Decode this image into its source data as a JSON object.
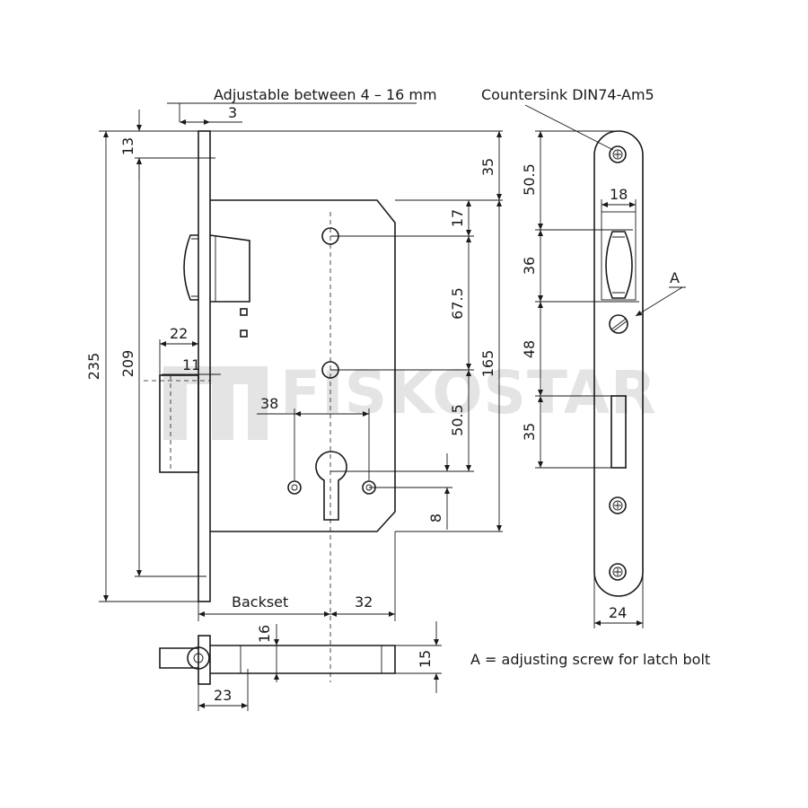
{
  "notes": {
    "adjustable": "Adjustable between 4 – 16 mm",
    "countersink": "Countersink  DIN74-Am5",
    "legend": "A = adjusting screw for latch bolt",
    "callout_a": "A",
    "backset": "Backset"
  },
  "watermark": "FISKOSTAR",
  "dimensions": {
    "d3": "3",
    "d13": "13",
    "d35_top": "35",
    "d17": "17",
    "d67_5": "67.5",
    "d165": "165",
    "d50_5_mid": "50.5",
    "d8": "8",
    "d38": "38",
    "d235": "235",
    "d209": "209",
    "d22": "22",
    "d11": "11",
    "d32": "32",
    "d16": "16",
    "d15": "15",
    "d23": "23",
    "d50_5_side": "50.5",
    "d18": "18",
    "d36": "36",
    "d48": "48",
    "d35_side": "35",
    "d24": "24"
  },
  "colors": {
    "line": "#1a1a1a",
    "watermark": "#cfcfcf"
  }
}
